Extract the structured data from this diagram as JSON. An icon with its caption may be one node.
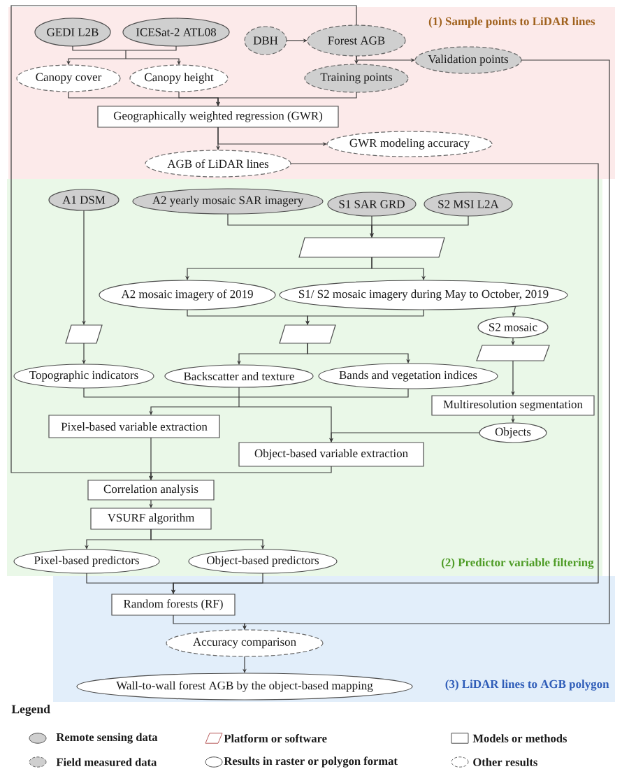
{
  "diagram": {
    "nodes": [
      {
        "text": [
          "(1) Sample points to LiDAR lines"
        ]
      },
      {
        "text": [
          "GEDI L2B"
        ],
        "in": 0
      },
      {
        "text": [
          "ICESat-2 ATL08"
        ],
        "in": 0
      },
      {
        "text": [
          "DBH"
        ],
        "in": 0
      },
      {
        "text": [
          "Forest AGB"
        ],
        "in": 0
      },
      {
        "text": [
          "Validation points"
        ],
        "in": 0
      },
      {
        "text": [
          "Canopy cover"
        ],
        "in": 0
      },
      {
        "text": [
          "Canopy height"
        ],
        "in": 0
      },
      {
        "text": [
          "Training points"
        ],
        "in": 0
      },
      {
        "text": [
          "Geographically weighted regression (GWR)"
        ],
        "in": 0
      },
      {
        "text": [
          "GWR modeling accuracy"
        ],
        "in": 0
      },
      {
        "text": [
          "AGB of LiDAR lines"
        ],
        "in": 0
      },
      {
        "text": [
          "(2) Predictor variable filtering"
        ]
      },
      {
        "text": [
          "A1 DSM"
        ],
        "in": 12
      },
      {
        "text": [
          "A2 yearly mosaic SAR imagery"
        ],
        "in": 12
      },
      {
        "text": [
          "S1 SAR GRD"
        ],
        "in": 12
      },
      {
        "text": [
          "S2 MSI L2A"
        ],
        "in": 12
      },
      {
        "text": [],
        "shape": "parallelogram",
        "in": 12
      },
      {
        "text": [
          "A2 mosaic imagery of 2019"
        ],
        "in": 12
      },
      {
        "text": [
          "S1/ S2 mosaic imagery during May to October, 2019"
        ],
        "in": 12
      },
      {
        "text": [
          "S2 mosaic"
        ],
        "in": 12
      },
      {
        "text": [],
        "shape": "parallelogram",
        "in": 12
      },
      {
        "text": [],
        "shape": "parallelogram",
        "in": 12
      },
      {
        "text": [],
        "shape": "parallelogram",
        "in": 12
      },
      {
        "text": [
          "Topographic indicators"
        ],
        "in": 12
      },
      {
        "text": [
          "Backscatter and texture"
        ],
        "in": 12
      },
      {
        "text": [
          "Bands and vegetation indices"
        ],
        "in": 12
      },
      {
        "text": [
          "Multiresolution segmentation"
        ],
        "in": 12
      },
      {
        "text": [
          "Pixel-based variable extraction"
        ],
        "in": 12
      },
      {
        "text": [
          "Objects"
        ],
        "in": 12
      },
      {
        "text": [
          "Object-based variable extraction"
        ],
        "in": 12
      },
      {
        "text": [
          "Correlation analysis"
        ],
        "in": 12
      },
      {
        "text": [
          "VSURF algorithm"
        ],
        "in": 12
      },
      {
        "text": [
          "Pixel-based predictors"
        ],
        "in": 12
      },
      {
        "text": [
          "Object-based predictors"
        ],
        "in": 12
      },
      {
        "text": [
          "(3) LiDAR lines to AGB polygon"
        ]
      },
      {
        "text": [
          "Random forests (RF)"
        ],
        "in": 35
      },
      {
        "text": [
          "Accuracy comparison"
        ],
        "in": 35
      },
      {
        "text": [
          "Wall-to-wall forest AGB by the object-based mapping"
        ],
        "in": 35
      }
    ],
    "edges": [
      {
        "from": 1,
        "to": 6,
        "arrow": "to"
      },
      {
        "from": 1,
        "to": 7,
        "arrow": "to"
      },
      {
        "from": 2,
        "to": 6,
        "arrow": "to"
      },
      {
        "from": 2,
        "to": 7,
        "arrow": "to"
      },
      {
        "from": 3,
        "to": 4,
        "arrow": "to"
      },
      {
        "from": 4,
        "to": 8,
        "arrow": "to"
      },
      {
        "from": 4,
        "to": 5,
        "arrow": "to"
      },
      {
        "from": 6,
        "to": 9,
        "arrow": "to"
      },
      {
        "from": 7,
        "to": 9,
        "arrow": "to"
      },
      {
        "from": 8,
        "to": 9,
        "arrow": "to"
      },
      {
        "from": 9,
        "to": 11,
        "arrow": "to"
      },
      {
        "from": 9,
        "to": 10,
        "arrow": "to"
      },
      {
        "from": 11,
        "to": 36,
        "arrow": "to"
      },
      {
        "from": 5,
        "to": 37,
        "arrow": "to"
      },
      {
        "from": 4,
        "to": 31,
        "arrow": "to"
      },
      {
        "from": 13,
        "to": 21,
        "arrow": "to"
      },
      {
        "from": 21,
        "to": 24,
        "arrow": "to"
      },
      {
        "from": 14,
        "to": 17,
        "arrow": "to"
      },
      {
        "from": 15,
        "to": 17,
        "arrow": "to"
      },
      {
        "from": 16,
        "to": 17,
        "arrow": "to"
      },
      {
        "from": 17,
        "to": 18,
        "arrow": "to"
      },
      {
        "from": 17,
        "to": 19,
        "arrow": "to"
      },
      {
        "from": 18,
        "to": 22,
        "arrow": "to"
      },
      {
        "from": 19,
        "to": 22,
        "arrow": "to"
      },
      {
        "from": 19,
        "to": 20,
        "arrow": "to"
      },
      {
        "from": 20,
        "to": 23,
        "arrow": "to"
      },
      {
        "from": 23,
        "to": 27,
        "arrow": "to"
      },
      {
        "from": 27,
        "to": 29,
        "arrow": "to"
      },
      {
        "from": 22,
        "to": 25,
        "arrow": "to"
      },
      {
        "from": 22,
        "to": 26,
        "arrow": "to"
      },
      {
        "from": 24,
        "to": 28,
        "arrow": "to"
      },
      {
        "from": 24,
        "to": 30,
        "arrow": "to"
      },
      {
        "from": 25,
        "to": 28,
        "arrow": "to"
      },
      {
        "from": 25,
        "to": 30,
        "arrow": "to"
      },
      {
        "from": 26,
        "to": 28,
        "arrow": "to"
      },
      {
        "from": 26,
        "to": 30,
        "arrow": "to"
      },
      {
        "from": 29,
        "to": 30,
        "arrow": "to"
      },
      {
        "from": 28,
        "to": 31,
        "arrow": "to"
      },
      {
        "from": 30,
        "to": 31,
        "arrow": "to"
      },
      {
        "from": 31,
        "to": 32,
        "arrow": "to"
      },
      {
        "from": 32,
        "to": 33,
        "arrow": "to"
      },
      {
        "from": 32,
        "to": 34,
        "arrow": "to"
      },
      {
        "from": 33,
        "to": 36,
        "arrow": "to"
      },
      {
        "from": 34,
        "to": 36,
        "arrow": "to"
      },
      {
        "from": 36,
        "to": 37,
        "arrow": "to"
      },
      {
        "from": 37,
        "to": 38,
        "arrow": "to"
      }
    ],
    "labels": [
      "Legend"
    ],
    "legend": [
      {
        "text": "Remote sensing data"
      },
      {
        "text": "Platform or software"
      },
      {
        "text": "Models or methods"
      },
      {
        "text": "Field measured data"
      },
      {
        "text": "Results in raster or polygon format"
      },
      {
        "text": "Other results"
      }
    ]
  }
}
